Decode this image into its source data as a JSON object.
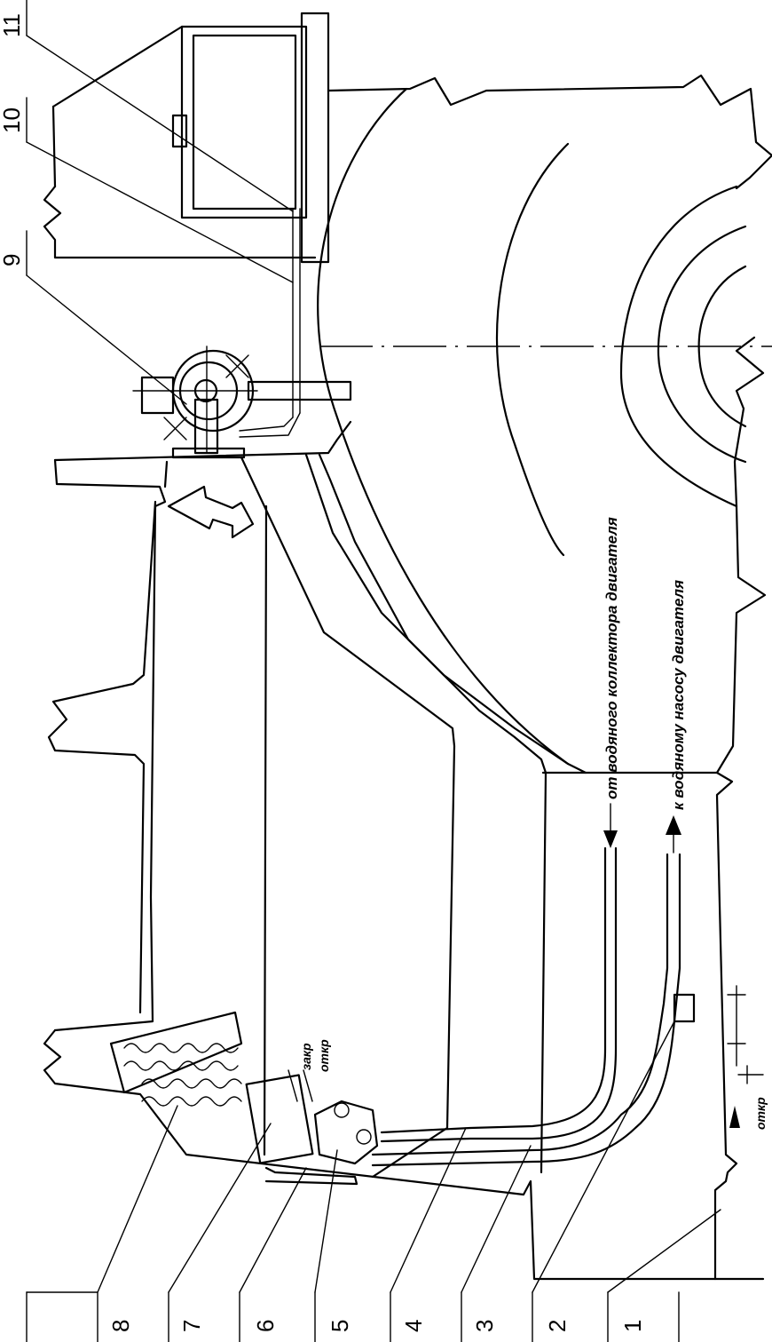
{
  "callouts": [
    "1",
    "2",
    "3",
    "4",
    "5",
    "6",
    "7",
    "8",
    "9",
    "10",
    "11"
  ],
  "annotations": {
    "from_collector": "от водяного коллектора двигателя",
    "to_pump": "к водяному насосу двигателя",
    "closed": "закр",
    "open": "откр",
    "open_bottom": "откр"
  }
}
